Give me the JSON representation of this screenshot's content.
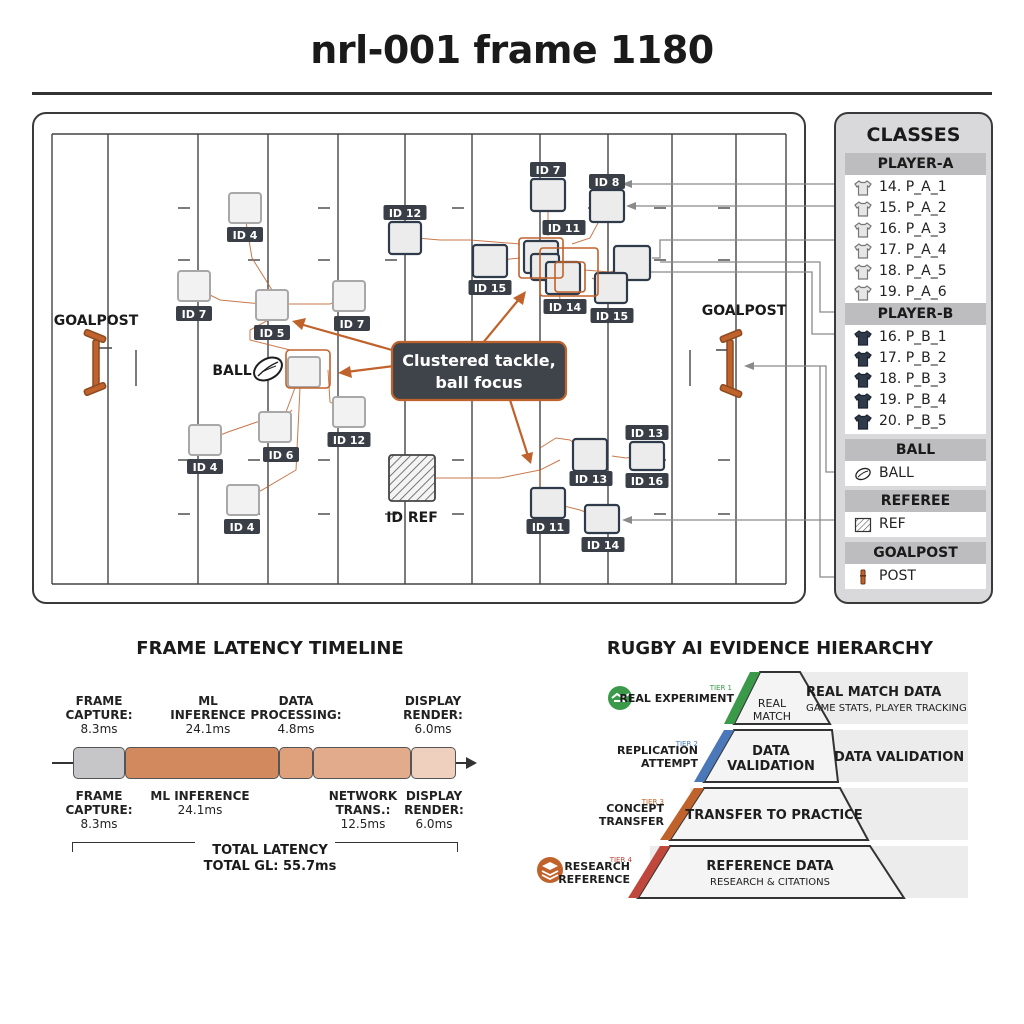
{
  "title": "nrl-001 frame 1180",
  "field": {
    "goalpost_left": "GOALPOST",
    "goalpost_right": "GOALPOST",
    "ball_label": "BALL",
    "callout": [
      "Clustered tackle,",
      "ball focus"
    ],
    "referee_label": "ID REF",
    "tags": [
      {
        "text": "ID 4"
      },
      {
        "text": "ID 7"
      },
      {
        "text": "ID 5"
      },
      {
        "text": "ID 7"
      },
      {
        "text": "ID 4"
      },
      {
        "text": "ID 6"
      },
      {
        "text": "ID 12"
      },
      {
        "text": "ID 4"
      },
      {
        "text": "ID 12"
      },
      {
        "text": "ID 7"
      },
      {
        "text": "ID 8"
      },
      {
        "text": "ID 11"
      },
      {
        "text": "ID 15"
      },
      {
        "text": "ID 14"
      },
      {
        "text": "ID 15"
      },
      {
        "text": "ID 13"
      },
      {
        "text": "ID 13"
      },
      {
        "text": "ID 16"
      },
      {
        "text": "ID 11"
      },
      {
        "text": "ID 14"
      }
    ]
  },
  "classes": {
    "title": "CLASSES",
    "groups": [
      {
        "name": "PLAYER-A",
        "icon": "light-jersey-icon",
        "color": "#9a9a9a",
        "items": [
          "14. P_A_1",
          "15. P_A_2",
          "16. P_A_3",
          "17. P_A_4",
          "18. P_A_5",
          "19. P_A_6"
        ]
      },
      {
        "name": "PLAYER-B",
        "icon": "dark-jersey-icon",
        "color": "#2f3a4a",
        "items": [
          "16. P_B_1",
          "17. P_B_2",
          "18. P_B_3",
          "19. P_B_4",
          "20. P_B_5"
        ]
      },
      {
        "name": "BALL",
        "icon": "ball-icon",
        "items": [
          "BALL"
        ]
      },
      {
        "name": "REFEREE",
        "icon": "hatched-box-icon",
        "items": [
          "REF"
        ]
      },
      {
        "name": "GOALPOST",
        "icon": "post-icon",
        "color": "#c0622b",
        "items": [
          "POST"
        ]
      }
    ]
  },
  "timeline": {
    "title": "FRAME LATENCY TIMELINE",
    "top_labels": [
      {
        "name": "FRAME\nCAPTURE:",
        "value": "8.3ms"
      },
      {
        "name": "ML\nINFERENCE",
        "value": "24.1ms"
      },
      {
        "name": "DATA\nPROCESSING:",
        "value": "4.8ms"
      },
      {
        "name": "DISPLAY\nRENDER:",
        "value": "6.0ms"
      }
    ],
    "bottom_labels": [
      {
        "name": "FRAME\nCAPTURE:",
        "value": "8.3ms"
      },
      {
        "name": "ML INFERENCE",
        "value": "24.1ms"
      },
      {
        "name": "NETWORK\nTRANS.:",
        "value": "12.5ms"
      },
      {
        "name": "DISPLAY\nRENDER:",
        "value": "6.0ms"
      }
    ],
    "segments": [
      {
        "color": "#c6c6c8"
      },
      {
        "color": "#d3895e"
      },
      {
        "color": "#dfa07c"
      },
      {
        "color": "#e2ab8b"
      },
      {
        "color": "#efcfbd"
      }
    ],
    "total_label": "TOTAL LATENCY",
    "total_value": "TOTAL GL: 55.7ms"
  },
  "hierarchy": {
    "title": "RUGBY AI EVIDENCE HIERARCHY",
    "tiers": [
      {
        "tier": "TIER 1",
        "name": "REAL EXPERIMENT",
        "pyramid": "REAL\nMATCH",
        "right_title": "REAL MATCH DATA",
        "right_sub": "GAME STATS, PLAYER TRACKING",
        "accent": "#3a9a4a"
      },
      {
        "tier": "TIER 2",
        "name": "REPLICATION\nATTEMPT",
        "pyramid": "DATA\nVALIDATION",
        "right_title": "DATA VALIDATION",
        "right_sub": "",
        "accent": "#4a78b8"
      },
      {
        "tier": "TIER 3",
        "name": "CONCEPT\nTRANSFER",
        "pyramid": "TRANSFER TO PRACTICE",
        "right_title": "",
        "right_sub": "",
        "accent": "#c0622b"
      },
      {
        "tier": "TIER 4",
        "name": "RESEARCH\nREFERENCE",
        "pyramid": "REFERENCE DATA",
        "right_title": "",
        "right_sub": "RESEARCH & CITATIONS",
        "accent": "#c0473b"
      }
    ]
  },
  "colors": {
    "accent_orange": "#c0622b",
    "dark_box": "#2f3a4a",
    "tag_bg": "#3a3f47"
  }
}
